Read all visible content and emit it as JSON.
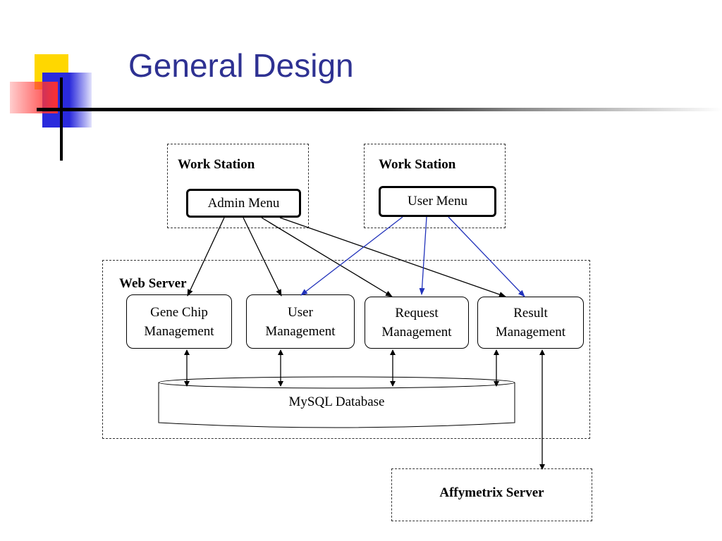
{
  "slide": {
    "title": "General Design"
  },
  "diagram": {
    "workstation_left": {
      "label": "Work Station",
      "menu": "Admin Menu"
    },
    "workstation_right": {
      "label": "Work Station",
      "menu": "User Menu"
    },
    "web_server": {
      "label": "Web Server",
      "modules": [
        {
          "line1": "Gene Chip",
          "line2": "Management"
        },
        {
          "line1": "User",
          "line2": "Management"
        },
        {
          "line1": "Request",
          "line2": "Management"
        },
        {
          "line1": "Result",
          "line2": "Management"
        }
      ],
      "database": "MySQL Database"
    },
    "external": {
      "label": "Affymetrix Server"
    },
    "colors": {
      "title": "#2e3192",
      "admin_arrows": "#000000",
      "user_arrows": "#2233bb"
    }
  }
}
